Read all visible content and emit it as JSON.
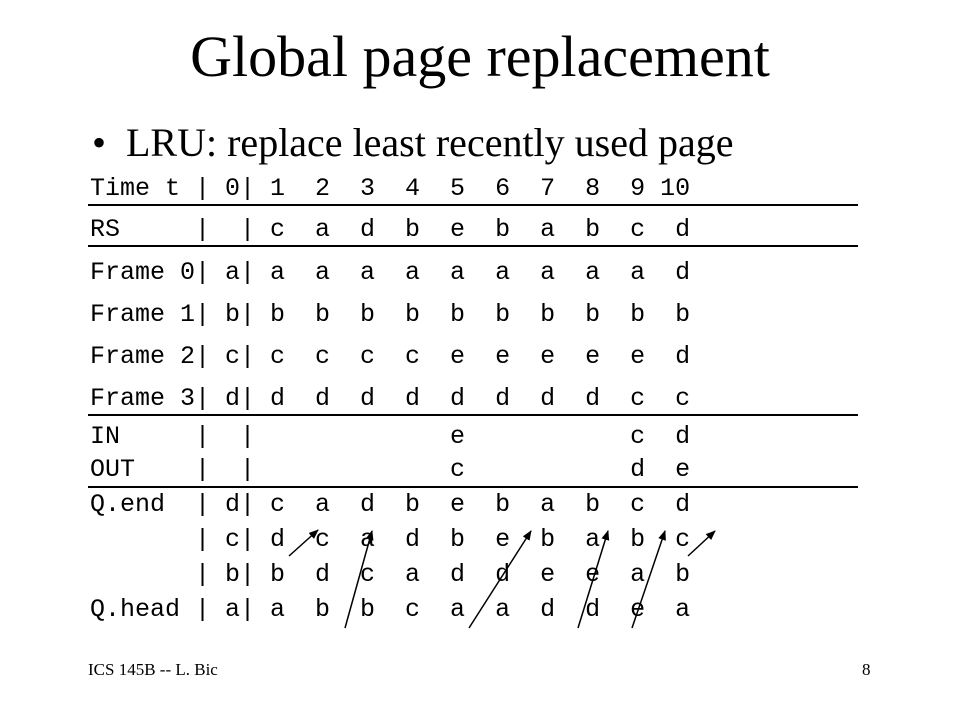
{
  "slide": {
    "title": "Global page replacement",
    "bullet": "LRU: replace least recently used page",
    "footer_left": "ICS 145B -- L. Bic",
    "page_number": "8"
  },
  "table": {
    "header": "Time t | 0| 1  2  3  4  5  6  7  8  9 10",
    "rs": "RS     |  | c  a  d  b  e  b  a  b  c  d",
    "frame0": "Frame 0| a| a  a  a  a  a  a  a  a  a  d",
    "frame1": "Frame 1| b| b  b  b  b  b  b  b  b  b  b",
    "frame2": "Frame 2| c| c  c  c  c  e  e  e  e  e  d",
    "frame3": "Frame 3| d| d  d  d  d  d  d  d  d  c  c",
    "in": "IN     |  |             e           c  d",
    "out": "OUT    |  |             c           d  e",
    "q_end": "Q.end  | d| c  a  d  b  e  b  a  b  c  d",
    "q_2": "       | c| d  c  a  d  b  e  b  a  b  c",
    "q_3": "       | b| b  d  c  a  d  d  e  e  a  b",
    "q_head": "Q.head | a| a  b  b  c  a  a  d  d  e  a"
  }
}
